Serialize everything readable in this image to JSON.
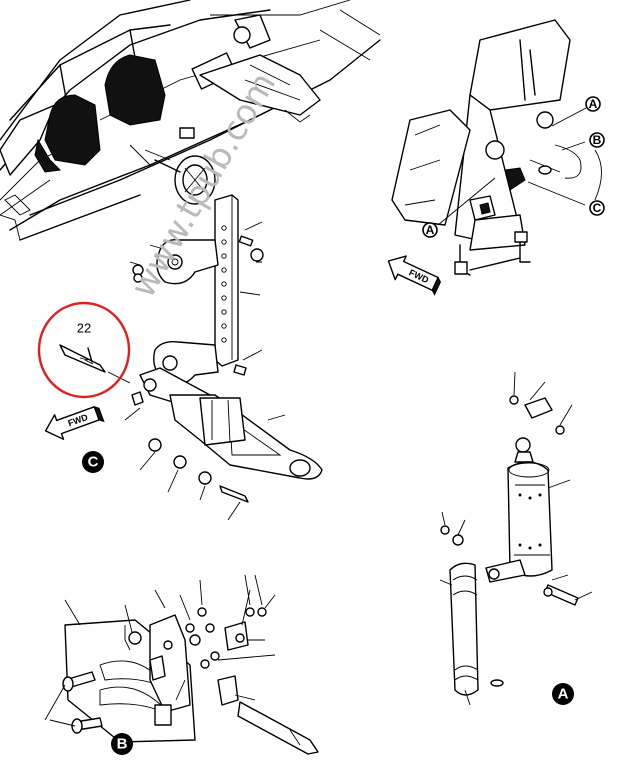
{
  "watermark": "www.tpub.com",
  "callout_number": "22",
  "detail_labels": {
    "a": "A",
    "b": "B",
    "c": "C"
  },
  "fwd_label": "FWD",
  "colors": {
    "ink": "#000000",
    "callout_circle": "#e02020",
    "watermark": "#b9b9b9",
    "paper": "#ffffff"
  }
}
